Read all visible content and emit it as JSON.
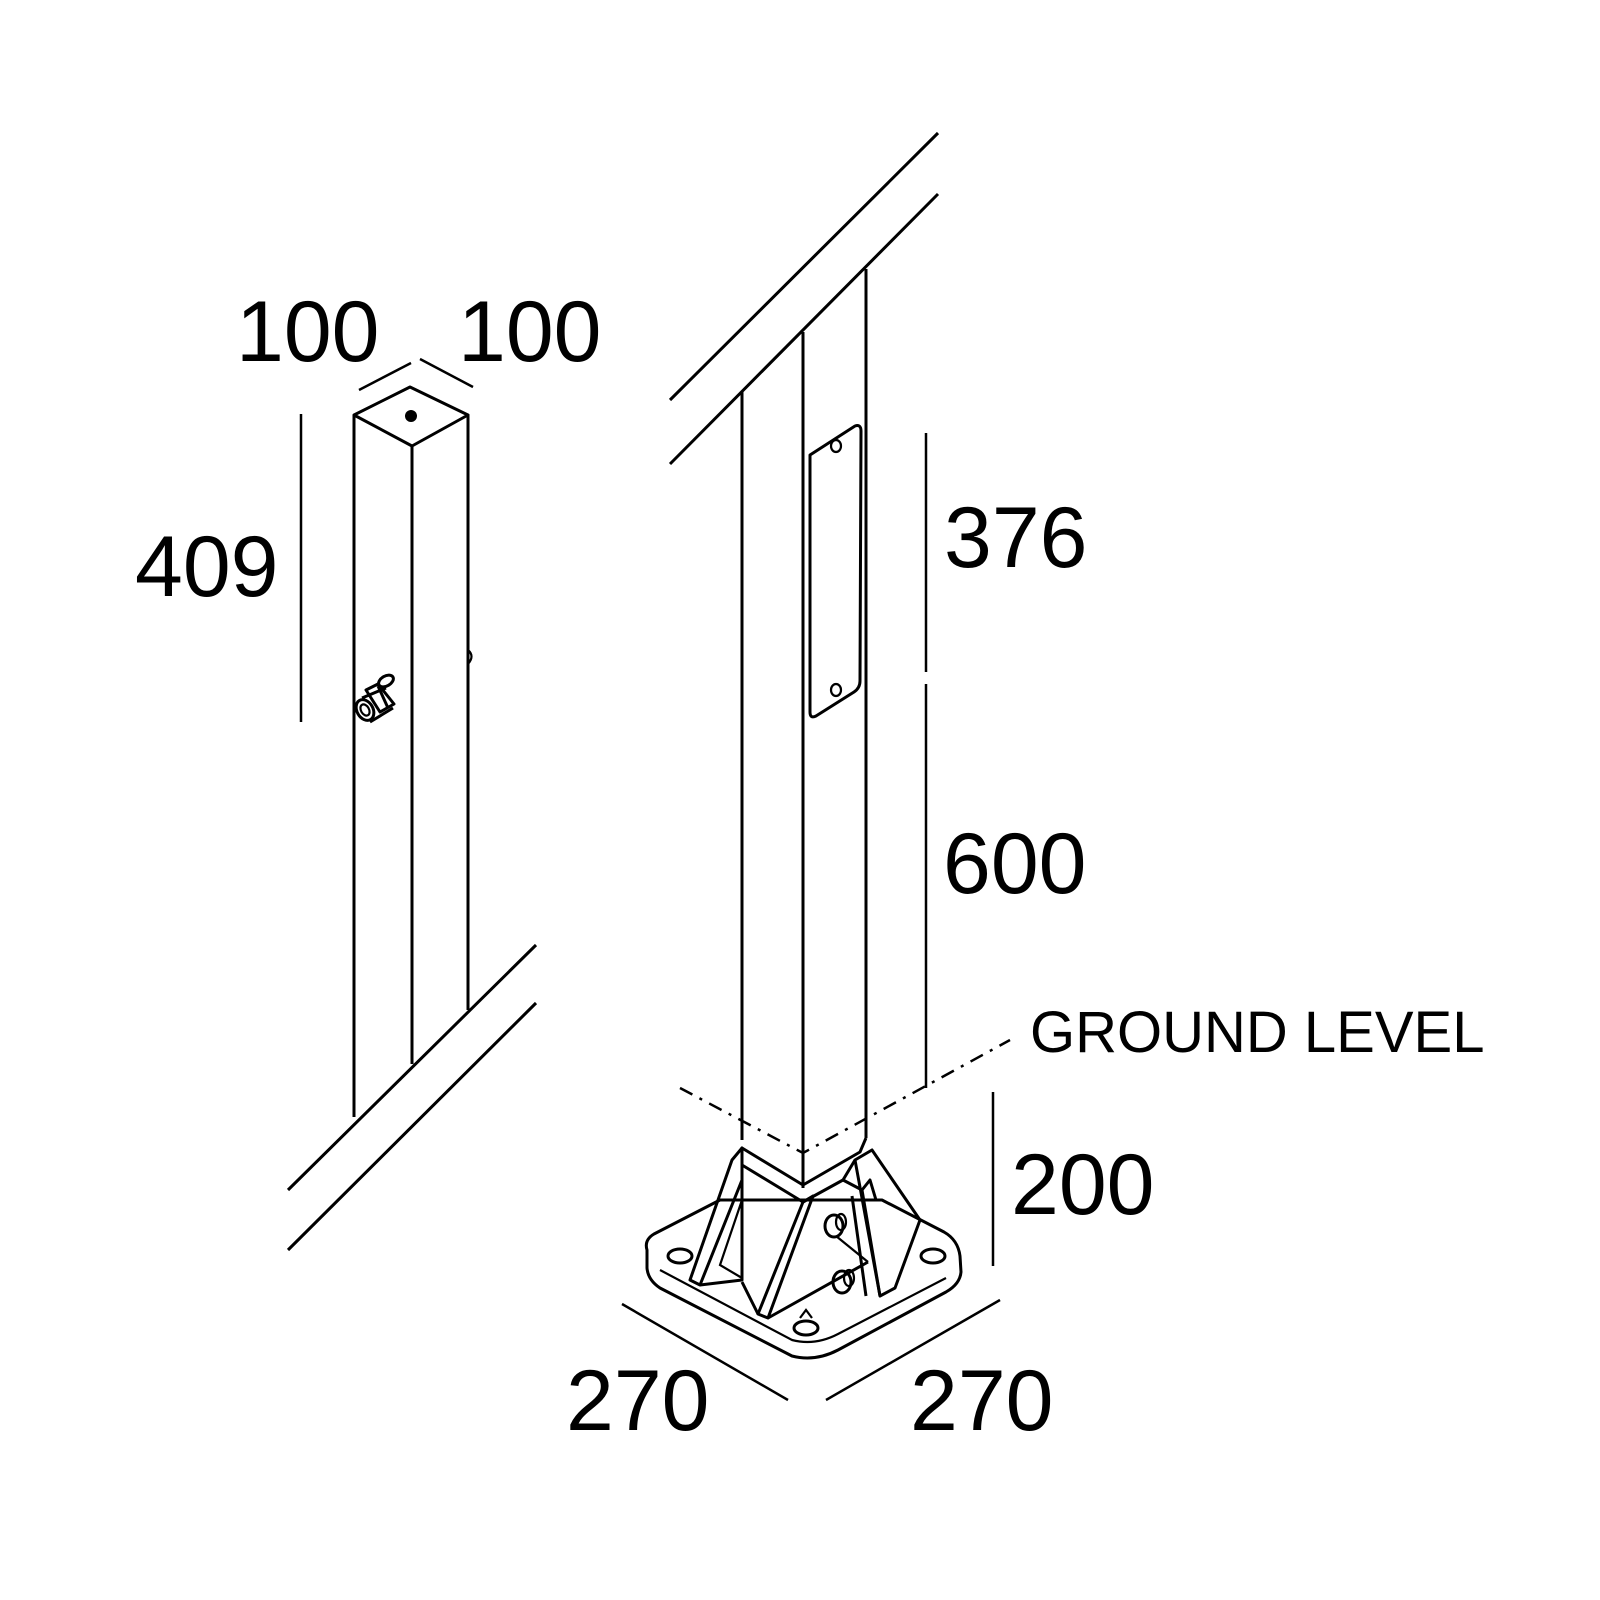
{
  "dimensions": {
    "width_left": "100",
    "width_right": "100",
    "height_short_post": "409",
    "height_upper": "376",
    "height_lower": "600",
    "height_base": "200",
    "base_left": "270",
    "base_right": "270"
  },
  "labels": {
    "ground_level": "GROUND LEVEL"
  }
}
